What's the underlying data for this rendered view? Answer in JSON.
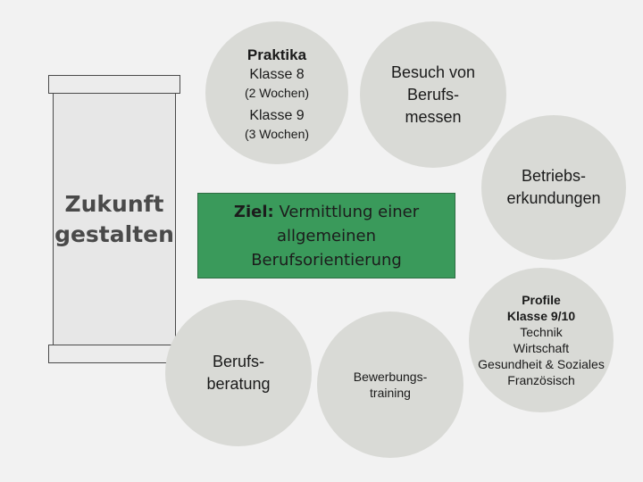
{
  "pillar": {
    "line1": "Zukunft",
    "line2": "gestalten"
  },
  "goal": {
    "label": "Ziel:",
    "text_line1": " Vermittlung einer",
    "text_line2": "allgemeinen",
    "text_line3": "Berufsorientierung"
  },
  "circles": {
    "praktika": {
      "title": "Praktika",
      "line1": "Klasse 8",
      "line2": "(2 Wochen)",
      "line3": "Klasse 9",
      "line4": "(3 Wochen)"
    },
    "messen": {
      "line1": "Besuch von",
      "line2": "Berufs-",
      "line3": "messen"
    },
    "erkundungen": {
      "line1": "Betriebs-",
      "line2": "erkundungen"
    },
    "profile": {
      "title1": "Profile",
      "title2": "Klasse 9/10",
      "items": [
        "Technik",
        "Wirtschaft",
        "Gesundheit & Soziales",
        "Französisch"
      ]
    },
    "beratung": {
      "line1": "Berufs-",
      "line2": "beratung"
    },
    "training": {
      "line1": "Bewerbungs-",
      "line2": "training"
    }
  }
}
